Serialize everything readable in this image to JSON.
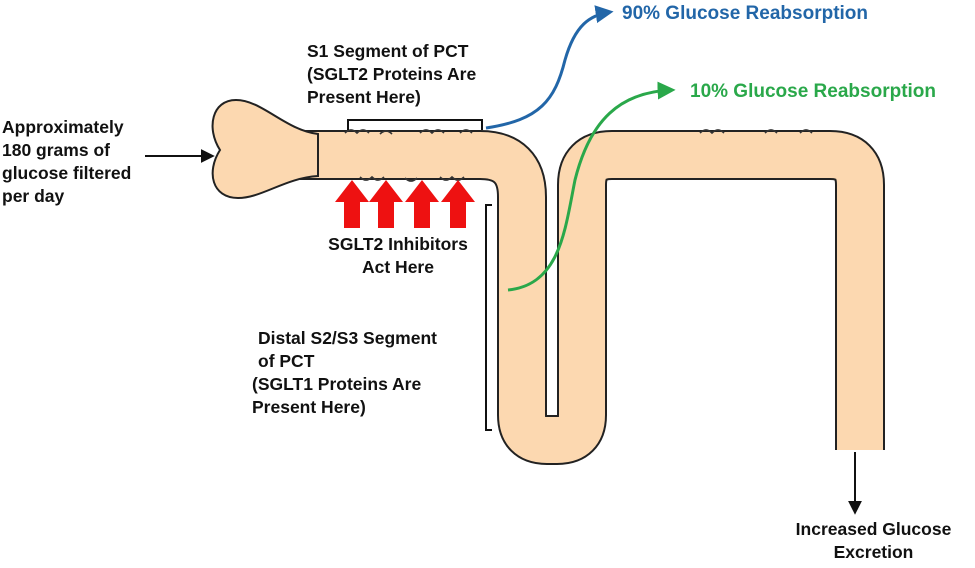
{
  "labels": {
    "input": [
      "Approximately",
      "180 grams of",
      "glucose filtered",
      "per day"
    ],
    "s1_segment": [
      "S1 Segment of PCT",
      "(SGLT2 Proteins Are",
      "Present Here)"
    ],
    "reabsorption_90": "90% Glucose Reabsorption",
    "reabsorption_10": "10% Glucose Reabsorption",
    "inhibitors": [
      "SGLT2 Inhibitors",
      "Act Here"
    ],
    "distal_segment": [
      "Distal S2/S3 Segment",
      "of PCT",
      "(SGLT1 Proteins Are",
      "Present Here)"
    ],
    "output": [
      "Increased Glucose",
      "Excretion"
    ]
  },
  "colors": {
    "tubule": "#fcd8b0",
    "tubule_outline": "#222222",
    "inhibitor_arrow": "#ee1111",
    "reabsorption_90": "#2266a8",
    "reabsorption_10": "#2aa84a"
  },
  "icons": {
    "inhibitor_arrows": "up-arrow-icon",
    "input_arrow": "right-arrow-icon",
    "output_arrow": "down-arrow-icon"
  }
}
